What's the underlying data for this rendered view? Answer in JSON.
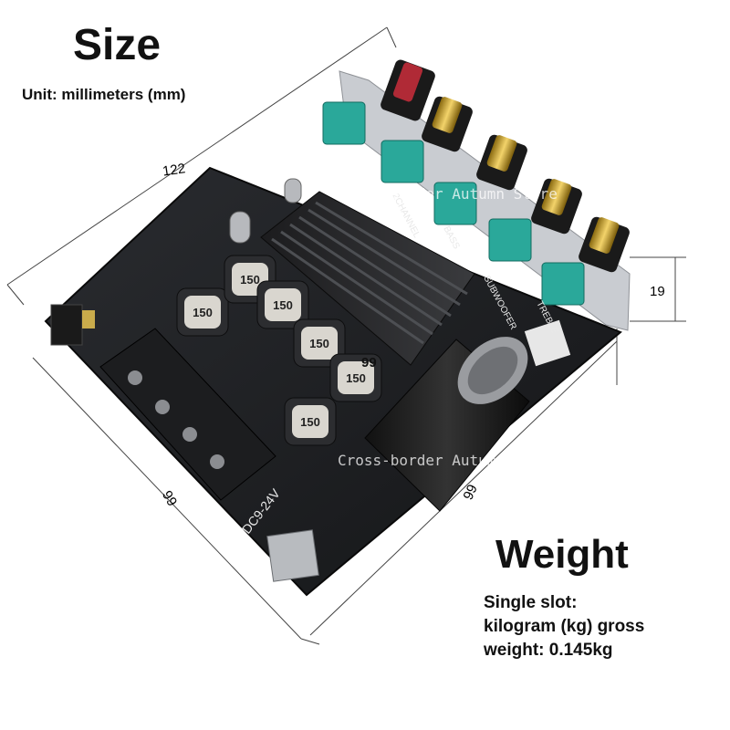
{
  "size_block": {
    "title": "Size",
    "unit": "Unit: millimeters (mm)"
  },
  "dimensions": {
    "length": "122",
    "height": "19",
    "side_left": "99",
    "side_right": "99",
    "center": "99"
  },
  "weight_block": {
    "title": "Weight",
    "line1": "Single slot:",
    "line2": "kilogram (kg) gross",
    "line3": "weight: 0.145kg"
  },
  "watermark": "Cross-border Autumn Store",
  "board_markings": {
    "power": "DC9-24V",
    "inductor": "150",
    "treble": "TREBLE",
    "bass": "BASS",
    "subwoofer": "SUBWOOFER",
    "ch2": "2CHANNEL"
  }
}
